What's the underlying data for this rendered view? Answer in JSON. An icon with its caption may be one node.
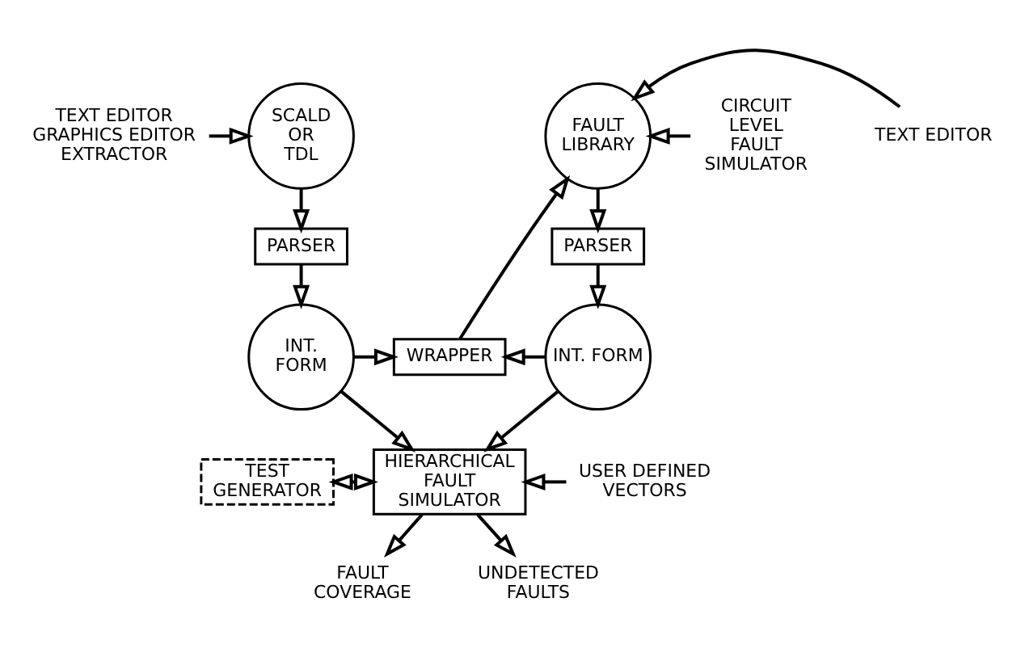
{
  "diagram": {
    "nodes": [
      {
        "text": [
          "TEXT EDITOR",
          "GRAPHICS EDITOR",
          "EXTRACTOR"
        ]
      },
      {
        "text": [
          "SCALD OR TDL"
        ]
      },
      {
        "text": [
          "PARSER"
        ]
      },
      {
        "text": [
          "INT. FORM"
        ]
      },
      {
        "text": [
          "WRAPPER"
        ]
      },
      {
        "text": [
          "FAULT LIBRARY"
        ]
      },
      {
        "text": [
          "TEXT EDITOR"
        ]
      },
      {
        "text": [
          "CIRCUIT LEVEL FAULT SIMULATOR"
        ]
      },
      {
        "text": [
          "PARSER"
        ]
      },
      {
        "text": [
          "INT. FORM"
        ]
      },
      {
        "text": [
          "TEST GENERATOR"
        ]
      },
      {
        "text": [
          "HIERARCHICAL FAULT SIMULATOR"
        ]
      },
      {
        "text": [
          "USER DEFINED VECTORS"
        ]
      },
      {
        "text": [
          "FAULT COVERAGE"
        ]
      },
      {
        "text": [
          "UNDETECTED FAULTS"
        ]
      }
    ],
    "edges": [
      {
        "from": 0,
        "to": 1,
        "arrow": "to"
      },
      {
        "from": 1,
        "to": 2,
        "arrow": "to"
      },
      {
        "from": 2,
        "to": 3,
        "arrow": "to"
      },
      {
        "from": 3,
        "to": 4,
        "arrow": "to"
      },
      {
        "from": 9,
        "to": 4,
        "arrow": "to"
      },
      {
        "from": 4,
        "to": 5,
        "arrow": "to"
      },
      {
        "from": 6,
        "to": 5,
        "arrow": "to"
      },
      {
        "from": 7,
        "to": 5,
        "arrow": "to"
      },
      {
        "from": 5,
        "to": 8,
        "arrow": "to"
      },
      {
        "from": 8,
        "to": 9,
        "arrow": "to"
      },
      {
        "from": 3,
        "to": 11,
        "arrow": "to"
      },
      {
        "from": 9,
        "to": 11,
        "arrow": "to"
      },
      {
        "from": 10,
        "to": 11,
        "arrow": "both"
      },
      {
        "from": 12,
        "to": 11,
        "arrow": "to"
      },
      {
        "from": 11,
        "to": 13,
        "arrow": "to"
      },
      {
        "from": 11,
        "to": 14,
        "arrow": "to"
      }
    ]
  }
}
